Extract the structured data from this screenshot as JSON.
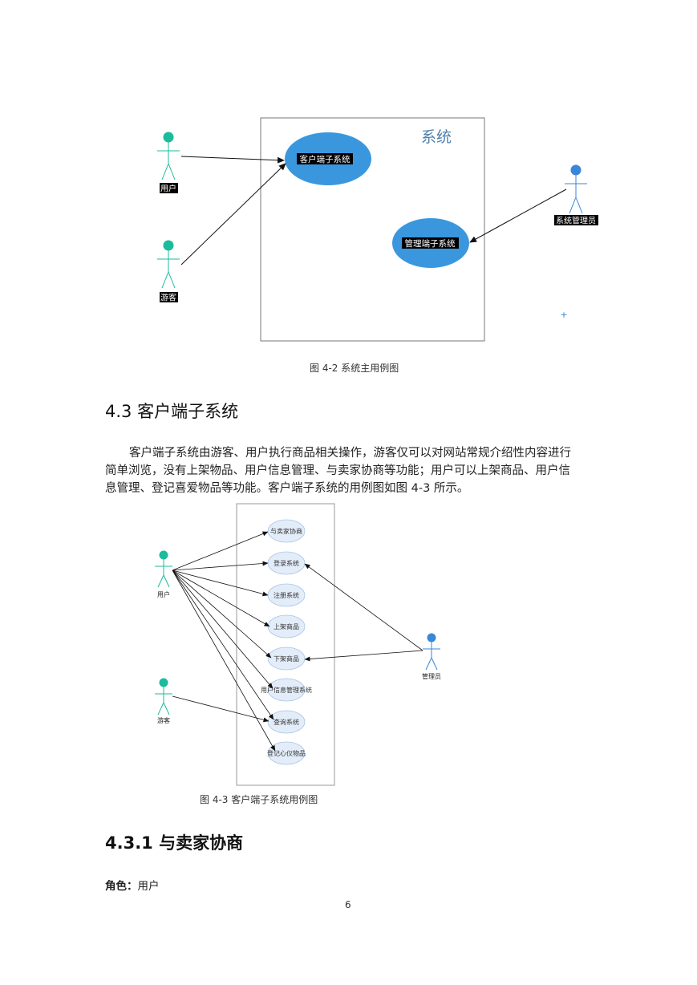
{
  "figure1": {
    "system_label": "系统",
    "actors": {
      "user": "用户",
      "guest": "游客",
      "admin": "系统管理员"
    },
    "usecases": {
      "client": "客户端子系统",
      "manager": "管理端子系统"
    },
    "plus_mark": "+",
    "caption": "图 4-2  系统主用例图"
  },
  "section_43": {
    "heading": "4.3  客户端子系统",
    "paragraph_lines": [
      "客户端子系统由游客、用户执行商品相关操作，游客仅可以对网站常规介绍性内容进行",
      "简单浏览，没有上架物品、用户信息管理、与卖家协商等功能；用户可以上架商品、用户信",
      "息管理、登记喜爱物品等功能。客户端子系统的用例图如图  4-3  所示。"
    ]
  },
  "figure2": {
    "actors": {
      "user": "用户",
      "guest": "游客",
      "admin": "管理员"
    },
    "usecases": [
      "与卖家协商",
      "登录系统",
      "注册系统",
      "上架商品",
      "下架商品",
      "用户信息管理系统",
      "查询系统",
      "登记心仪物品"
    ],
    "caption": "图 4-3  客户端子系统用例图"
  },
  "section_431": {
    "heading": "4.3.1 与卖家协商",
    "role_label": "角色：",
    "role_value": "用户"
  },
  "page_number": "6",
  "colors": {
    "actor_green": "#1abc9c",
    "actor_blue": "#3a86d8",
    "usecase_blue": "#3a97de",
    "usecase_light": "#e3edf9",
    "system_text": "#4f7fae"
  }
}
